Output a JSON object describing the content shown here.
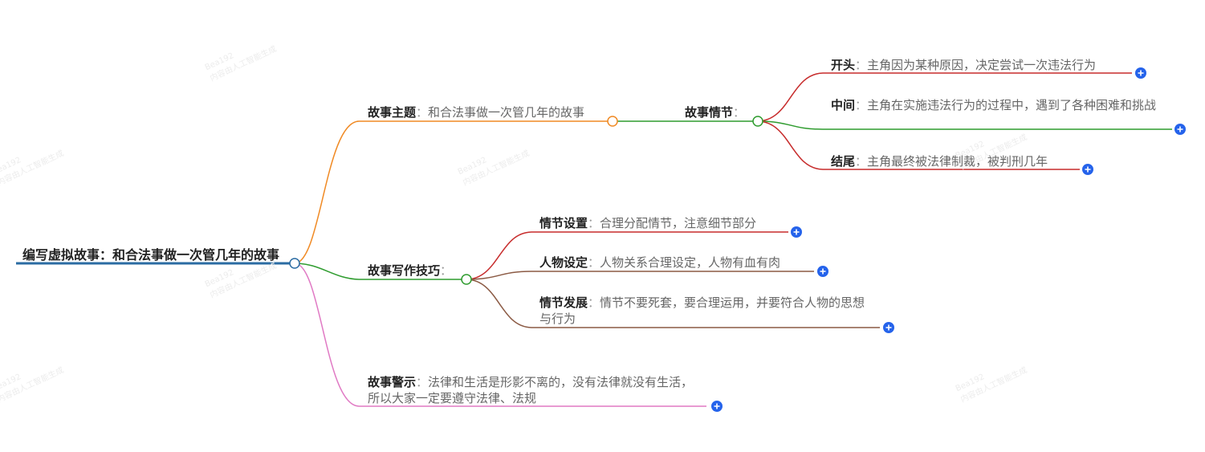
{
  "root": {
    "label": "编写虚拟故事：和合法事做一次管几年的故事"
  },
  "branches": {
    "theme": {
      "key": "故事主题",
      "value": "和合法事做一次管几年的故事"
    },
    "plot": {
      "key": "故事情节",
      "children": [
        {
          "key": "开头",
          "value": "主角因为某种原因，决定尝试一次违法行为"
        },
        {
          "key": "中间",
          "value": "主角在实施违法行为的过程中，遇到了各种困难和挑战"
        },
        {
          "key": "结尾",
          "value": "主角最终被法律制裁，被判刑几年"
        }
      ]
    },
    "skills": {
      "key": "故事写作技巧",
      "children": [
        {
          "key": "情节设置",
          "value": "合理分配情节，注意细节部分"
        },
        {
          "key": "人物设定",
          "value": "人物关系合理设定，人物有血有肉"
        },
        {
          "key": "情节发展",
          "value": "情节不要死套，要合理运用，并要符合人物的思想与行为"
        }
      ]
    },
    "warning": {
      "key": "故事警示",
      "value": "法律和生活是形影不离的，没有法律就没有生活，所以大家一定要遵守法律、法规"
    }
  },
  "separator": "：",
  "watermark": "Bea192\n内容由人工智能生成",
  "colors": {
    "root": "#2b6ca3",
    "theme": "#f08a24",
    "plot": "#2f9c2f",
    "plot_top": "#c72c2c",
    "skills": "#2f9c2f",
    "skills_top": "#c72c2c",
    "skills_lower": "#8b5a44",
    "warning": "#e07ac4",
    "expand": "#2563eb"
  }
}
